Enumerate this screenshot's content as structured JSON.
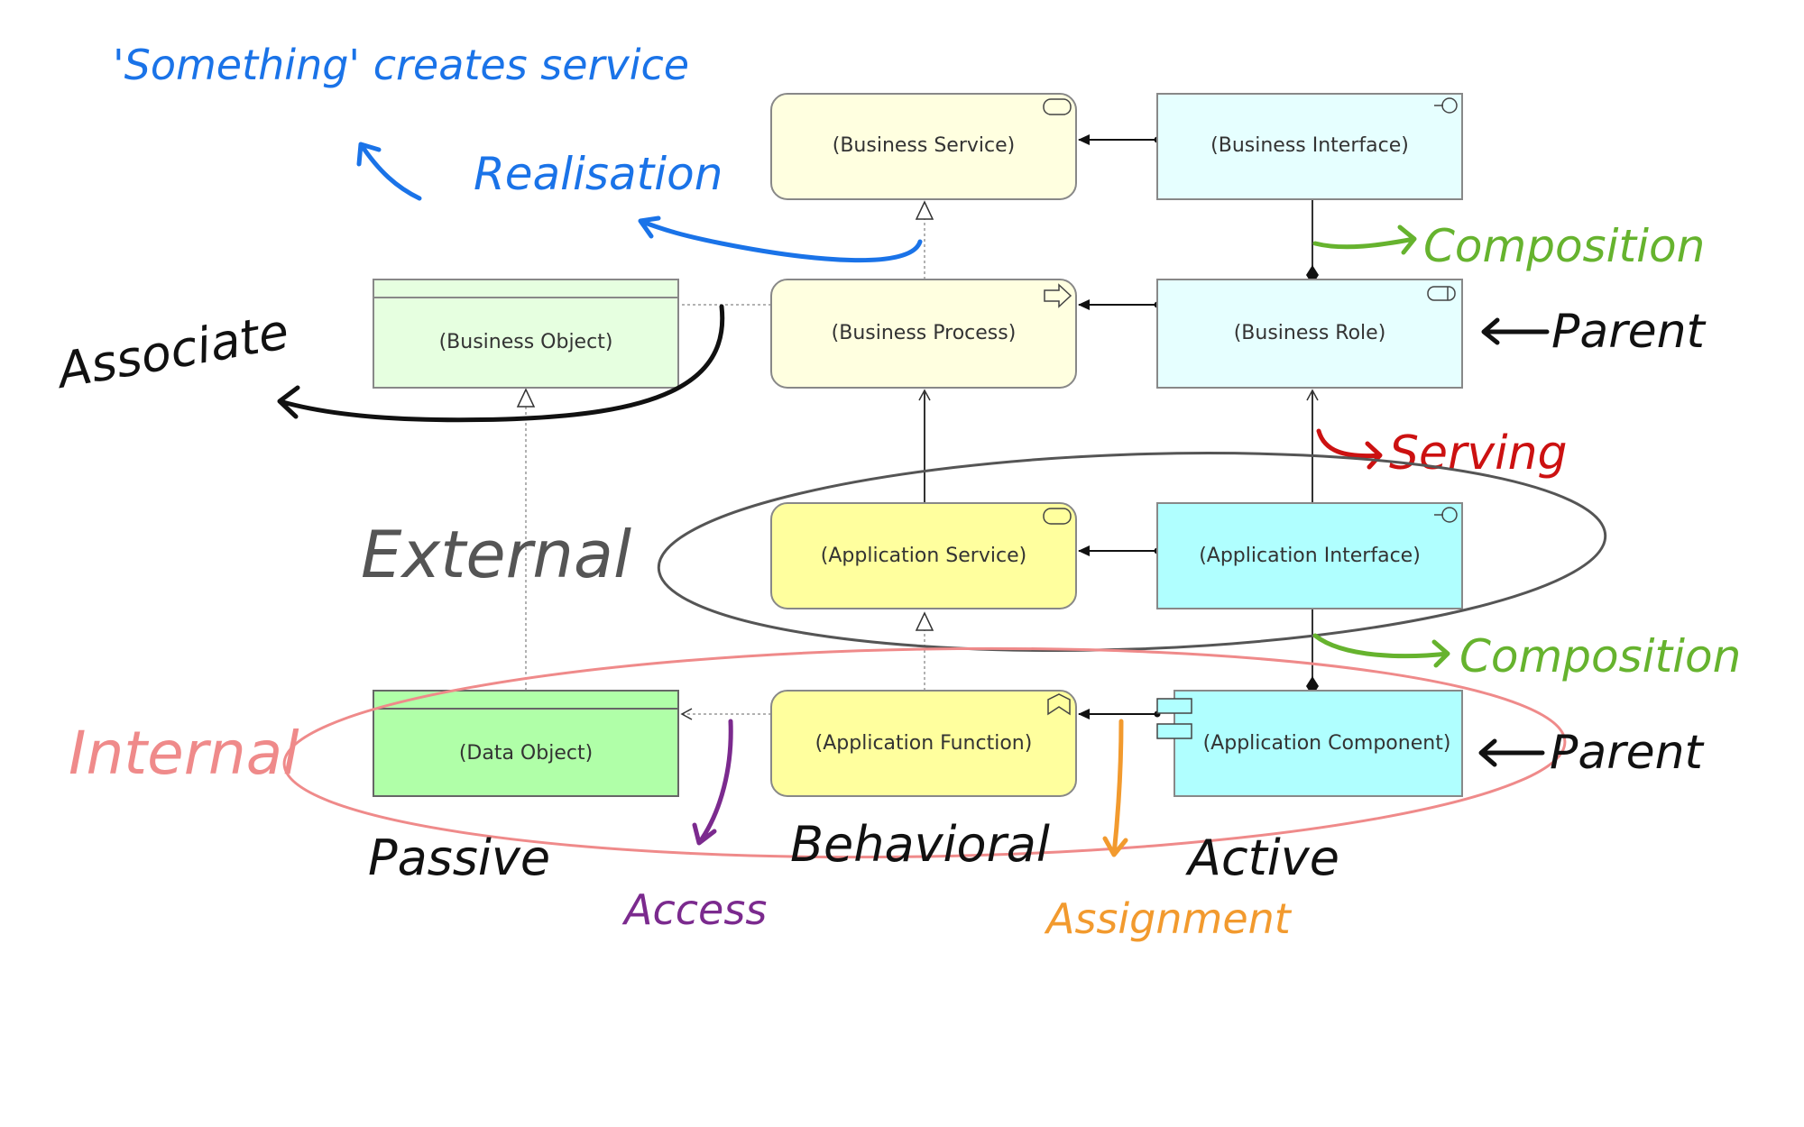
{
  "colors": {
    "business": "#ffffe0",
    "business_active": "#e6ffff",
    "application": "#ffff9e",
    "application_active": "#b0ffff",
    "business_passive": "#e6ffe0",
    "application_passive": "#b0ffa8",
    "blue_ink": "#1a73e8",
    "green_ink": "#66b32e",
    "red_ink": "#cc1111",
    "pink_ink": "#ef8a8a",
    "purple_ink": "#7b2a8e",
    "orange_ink": "#f29a2e",
    "gray_ink": "#555555",
    "black_ink": "#111111"
  },
  "elements": {
    "business_service": "(Business Service)",
    "business_interface": "(Business Interface)",
    "business_object": "(Business Object)",
    "business_process": "(Business Process)",
    "business_role": "(Business Role)",
    "application_service": "(Application Service)",
    "application_interface": "(Application Interface)",
    "data_object": "(Data Object)",
    "application_function": "(Application Function)",
    "application_component": "(Application Component)"
  },
  "annotations": {
    "something_creates_service": "'Something' creates service",
    "realisation": "Realisation",
    "composition_top": "Composition",
    "parent_top": "Parent",
    "associate": "Associate",
    "serving": "Serving",
    "external": "External",
    "composition_bottom": "Composition",
    "internal": "Internal",
    "parent_bottom": "Parent",
    "passive": "Passive",
    "behavioral": "Behavioral",
    "active": "Active",
    "access": "Access",
    "assignment": "Assignment"
  }
}
